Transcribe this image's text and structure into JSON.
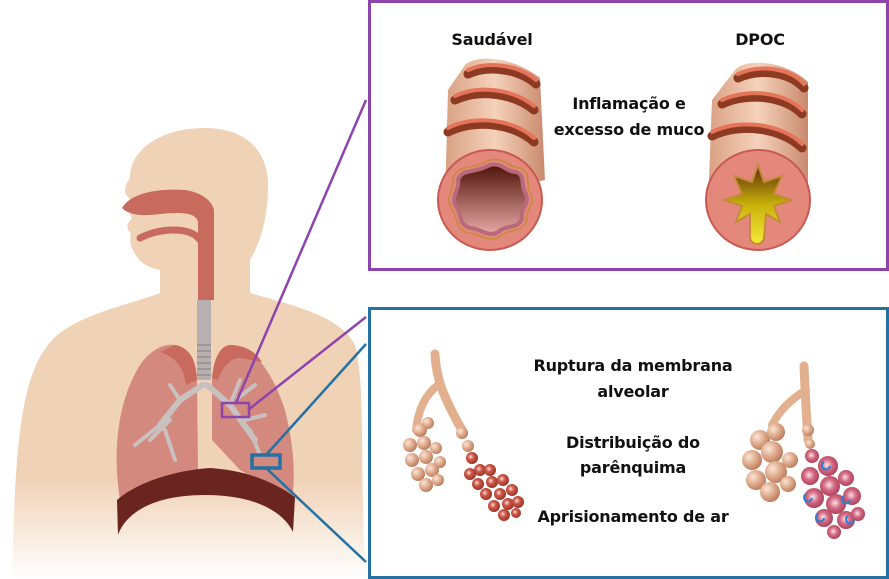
{
  "colors": {
    "copd_panel_border": "#8e44ad",
    "alveoli_panel_border": "#2471a3",
    "skin": "#f0d2b6",
    "airway": "#c96a5e",
    "lung": "#d4897f",
    "diaphragm": "#6b2520",
    "bronchi": "#c8c0c0",
    "mucus": "#d4c20a"
  },
  "airway_panel": {
    "healthy_label": "Saudável",
    "copd_label": "DPOC",
    "description_line1": "Inflamação e",
    "description_line2": "excesso de muco"
  },
  "alveoli_panel": {
    "point1_line1": "Ruptura da membrana",
    "point1_line2": "alveolar",
    "point2_line1": "Distribuição do",
    "point2_line2": "parênquima",
    "point3": "Aprisionamento de ar"
  }
}
